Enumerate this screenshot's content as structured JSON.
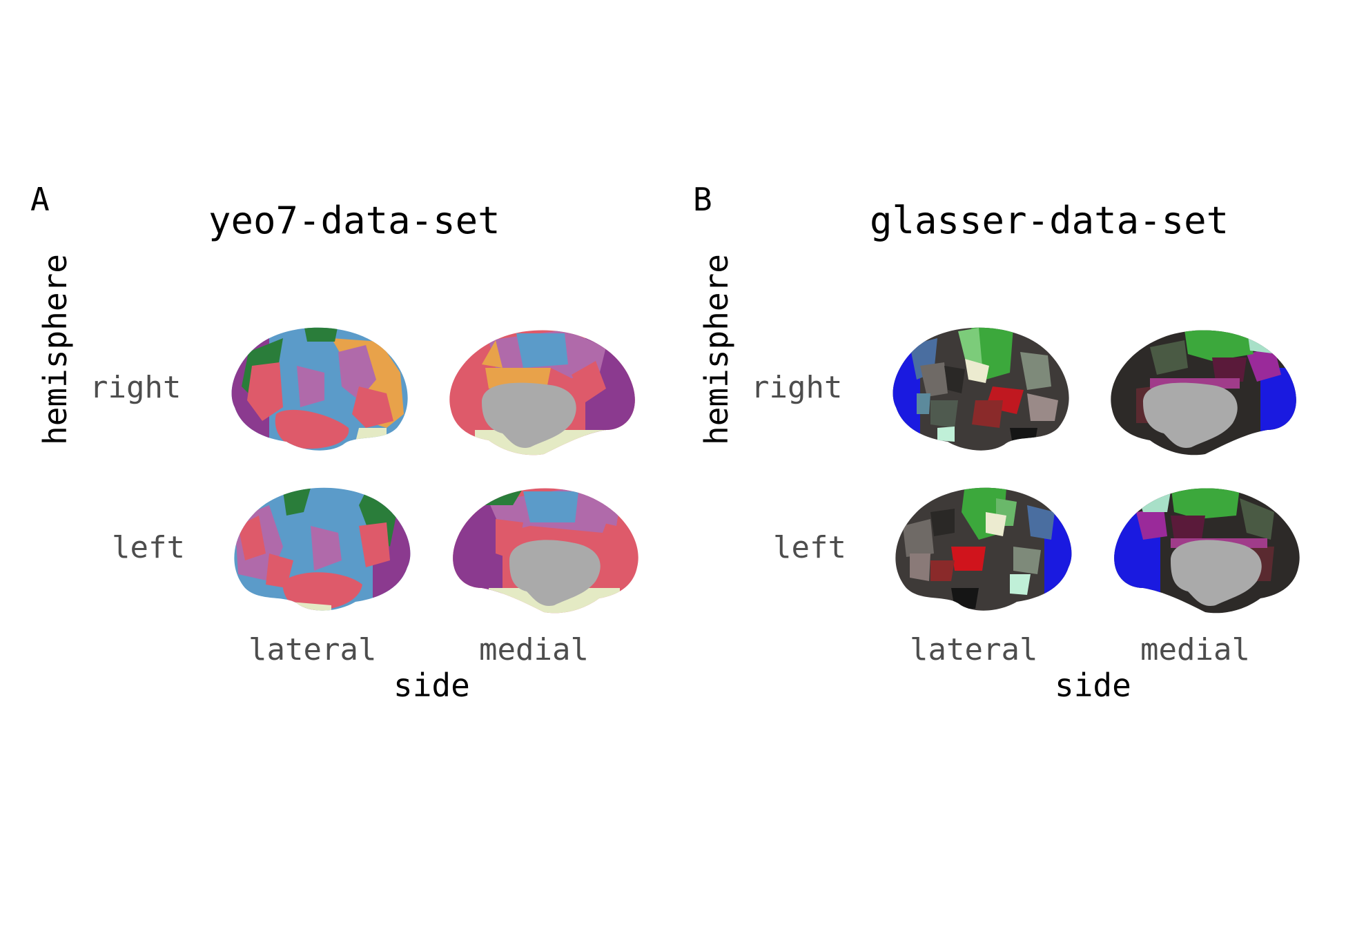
{
  "panels": [
    {
      "letter": "A",
      "title": "yeo7-data-set",
      "rows": [
        "right",
        "left"
      ],
      "cols": [
        "lateral",
        "medial"
      ],
      "x_axis_title": "side",
      "y_axis_title": "hemisphere"
    },
    {
      "letter": "B",
      "title": "glasser-data-set",
      "rows": [
        "right",
        "left"
      ],
      "cols": [
        "lateral",
        "medial"
      ],
      "x_axis_title": "side",
      "y_axis_title": "hemisphere"
    }
  ],
  "colors": {
    "yeo_visual": "#8b3a8f",
    "yeo_somatomotor": "#5b9bc9",
    "yeo_dorsal_attention": "#2a7d3a",
    "yeo_ventral_attention": "#b06aaa",
    "yeo_limbic": "#e4eac4",
    "yeo_frontoparietal": "#e8a24a",
    "yeo_default": "#de5a6a",
    "medial_wall": "#aaaaaa",
    "glasser_dark": "#2d2a28",
    "glasser_green": "#3ca83c",
    "glasser_blue": "#1a1ae0",
    "glasser_red": "#d0141c"
  }
}
